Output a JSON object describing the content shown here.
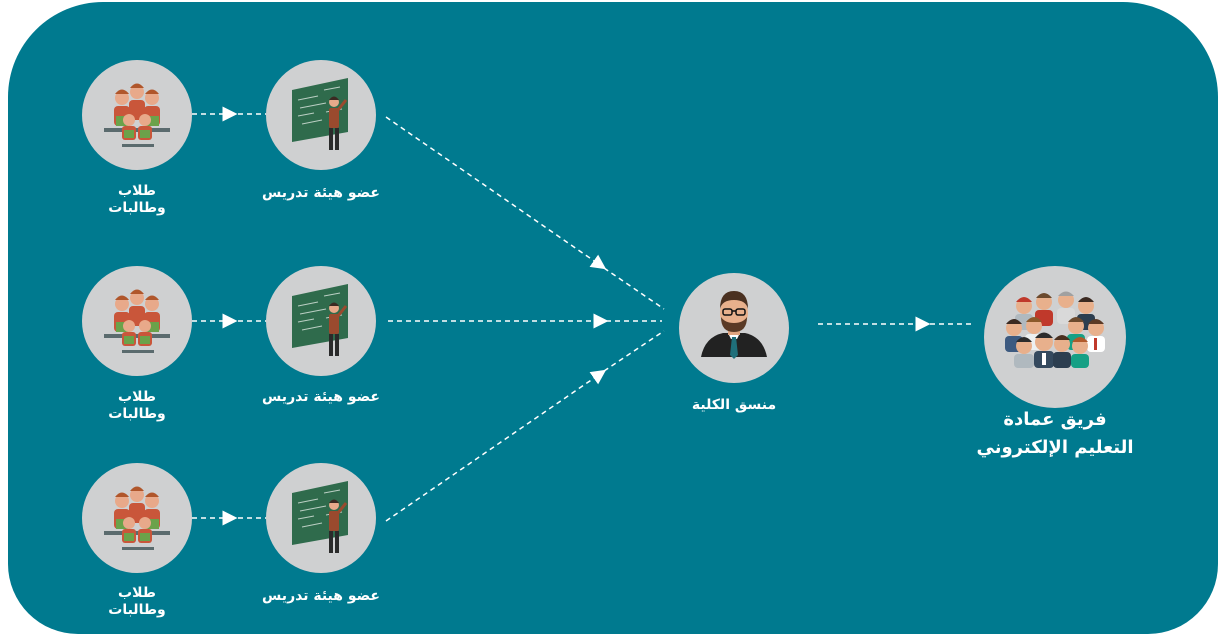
{
  "rows": [
    {
      "student_label": "طلاب\nوطالبات",
      "student_line1": "طلاب",
      "student_line2": "وطالبات",
      "faculty_label": "عضو هيئة تدريس"
    },
    {
      "student_line1": "طلاب",
      "student_line2": "وطالبات",
      "faculty_label": "عضو هيئة تدريس"
    },
    {
      "student_line1": "طلاب",
      "student_line2": "وطالبات",
      "faculty_label": "عضو هيئة تدريس"
    }
  ],
  "coordinator": {
    "label": "منسق الكلية"
  },
  "team": {
    "line1": "فريق عمادة",
    "line2": "التعليم الإلكتروني"
  },
  "colors": {
    "background": "#007a8f",
    "circle": "#cfd0d1",
    "text": "#ffffff"
  },
  "icons": {
    "students": "students-group-icon",
    "faculty": "teacher-blackboard-icon",
    "coordinator": "coordinator-man-icon",
    "team": "team-group-icon"
  }
}
